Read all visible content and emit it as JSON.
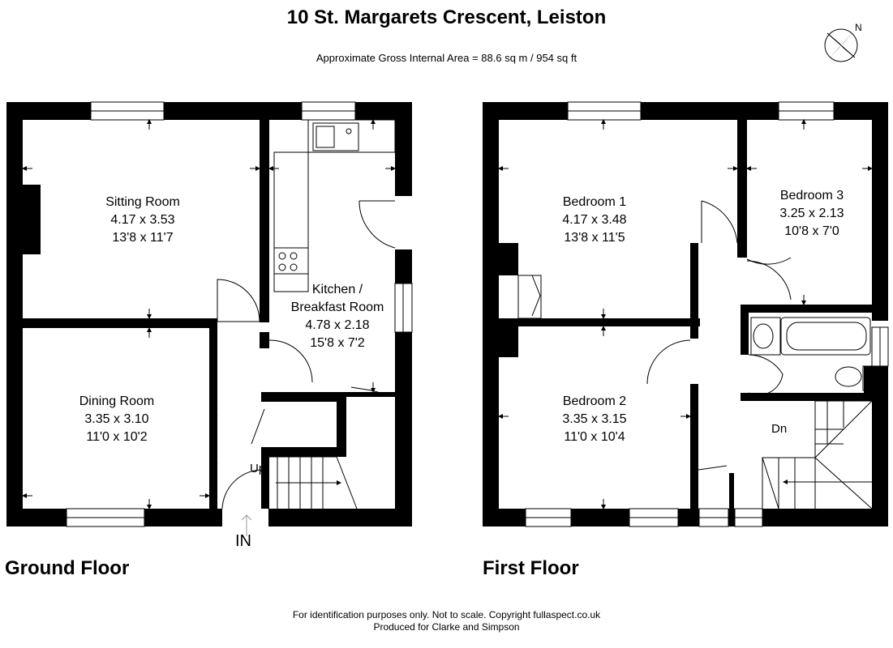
{
  "title": "10 St. Margarets Crescent, Leiston",
  "subtitle": "Approximate Gross Internal Area = 88.6 sq m / 954 sq ft",
  "compass": {
    "label": "N"
  },
  "ground_floor": {
    "label": "Ground Floor",
    "entrance": "IN",
    "stairs": "Up",
    "rooms": [
      {
        "name": "Sitting Room",
        "metric": "4.17 x 3.53",
        "imperial": "13'8 x 11'7"
      },
      {
        "name": "Dining Room",
        "metric": "3.35 x 3.10",
        "imperial": "11'0 x 10'2"
      },
      {
        "name_line1": "Kitchen /",
        "name_line2": "Breakfast Room",
        "metric": "4.78 x 2.18",
        "imperial": "15'8 x 7'2"
      }
    ]
  },
  "first_floor": {
    "label": "First Floor",
    "stairs": "Dn",
    "rooms": [
      {
        "name": "Bedroom 1",
        "metric": "4.17 x 3.48",
        "imperial": "13'8 x 11'5"
      },
      {
        "name": "Bedroom 3",
        "metric": "3.25 x 2.13",
        "imperial": "10'8 x 7'0"
      },
      {
        "name": "Bedroom 2",
        "metric": "3.35 x 3.15",
        "imperial": "11'0 x 10'4"
      }
    ]
  },
  "footer": {
    "line1": "For identification purposes only. Not to scale. Copyright fullaspect.co.uk",
    "line2": "Produced for Clarke and Simpson"
  }
}
